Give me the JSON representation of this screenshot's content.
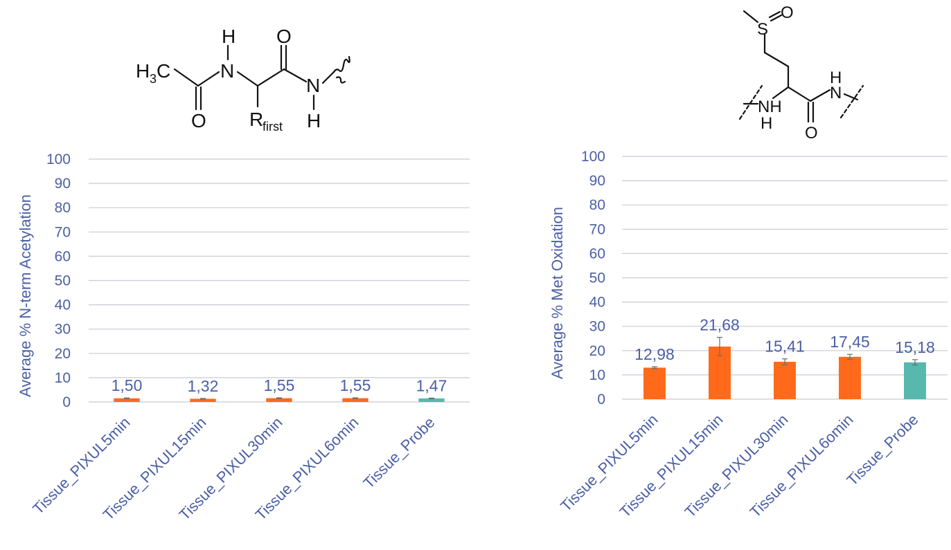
{
  "structure_acetyl": {
    "h_top": "H",
    "n1": "N",
    "o_top": "O",
    "n2": "N",
    "h_bottom": "H",
    "ch3_h": "H",
    "ch3_sub": "3",
    "ch3_c": "C",
    "o_bottom": "O",
    "r_main": "R",
    "r_sub": "first"
  },
  "structure_met": {
    "s": "S",
    "o_s": "O",
    "nh_left": "NH",
    "h_under": "H",
    "h_right": "H",
    "n_right": "N",
    "o_bottom": "O"
  },
  "chart_data": [
    {
      "type": "bar",
      "ylabel": "Average % N-term Acetylation",
      "xlabel": "",
      "ylim": [
        0,
        100
      ],
      "yticks": [
        "0",
        "10",
        "20",
        "30",
        "40",
        "50",
        "60",
        "70",
        "80",
        "90",
        "100"
      ],
      "categories": [
        "Tissue_PIXUL5min",
        "Tissue_PIXUL15min",
        "Tissue_PIXUL30min",
        "Tissue_PIXUL6omin",
        "Tissue_Probe"
      ],
      "values": [
        1.5,
        1.32,
        1.55,
        1.55,
        1.47
      ],
      "errors": [
        0.15,
        0.12,
        0.15,
        0.15,
        0.12
      ],
      "value_labels": [
        "1,50",
        "1,32",
        "1,55",
        "1,55",
        "1,47"
      ],
      "bar_colors": [
        "#ff6a1a",
        "#ff6a1a",
        "#ff6a1a",
        "#ff6a1a",
        "#58b8ae"
      ],
      "grid": true,
      "legend": "none"
    },
    {
      "type": "bar",
      "ylabel": "Average % Met Oxidation",
      "xlabel": "",
      "ylim": [
        0,
        100
      ],
      "yticks": [
        "0",
        "10",
        "20",
        "30",
        "40",
        "50",
        "60",
        "70",
        "80",
        "90",
        "100"
      ],
      "categories": [
        "Tissue_PIXUL5min",
        "Tissue_PIXUL15min",
        "Tissue_PIXUL30min",
        "Tissue_PIXUL6omin",
        "Tissue_Probe"
      ],
      "values": [
        12.98,
        21.68,
        15.41,
        17.45,
        15.18
      ],
      "errors": [
        0.4,
        3.8,
        1.2,
        1.0,
        1.1
      ],
      "value_labels": [
        "12,98",
        "21,68",
        "15,41",
        "17,45",
        "15,18"
      ],
      "bar_colors": [
        "#ff6a1a",
        "#ff6a1a",
        "#ff6a1a",
        "#ff6a1a",
        "#58b8ae"
      ],
      "grid": true,
      "legend": "none"
    }
  ]
}
